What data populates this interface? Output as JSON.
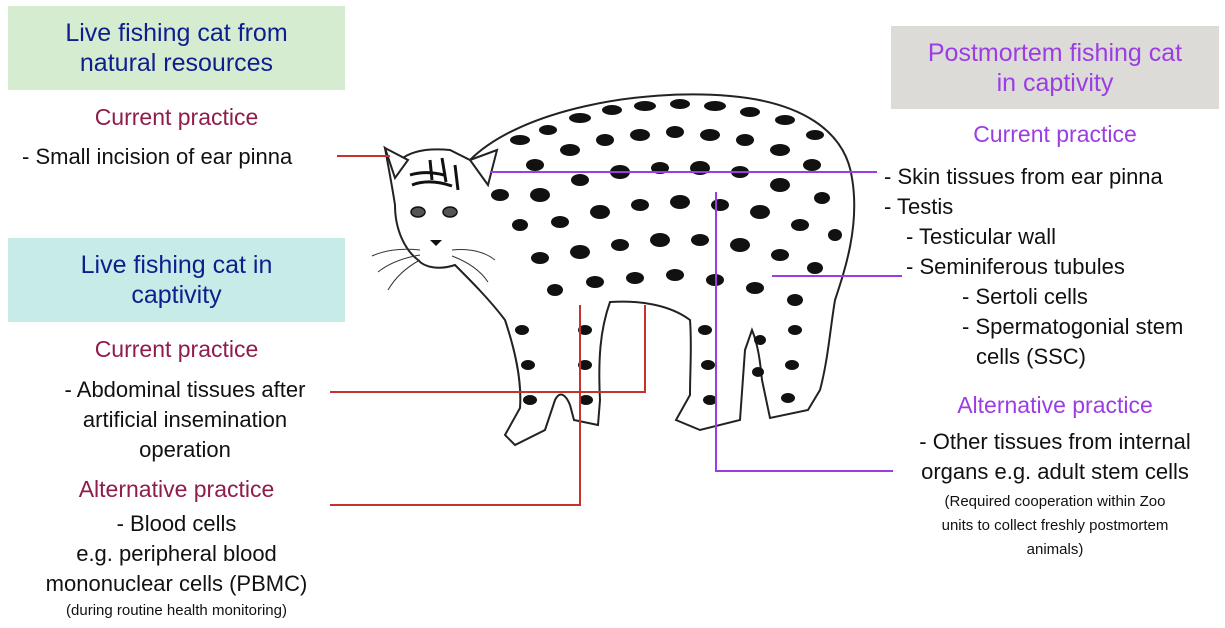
{
  "left": {
    "natural": {
      "title_line1": "Live fishing cat from",
      "title_line2": "natural resources",
      "current_label": "Current practice",
      "current_item": "- Small incision of ear pinna"
    },
    "captivity": {
      "title_line1": "Live fishing cat in",
      "title_line2": "captivity",
      "current_label": "Current practice",
      "current_line1": "- Abdominal tissues after",
      "current_line2": "artificial insemination",
      "current_line3": "operation",
      "alternative_label": "Alternative practice",
      "alt_line1": "- Blood cells",
      "alt_line2": "e.g. peripheral blood",
      "alt_line3": "mononuclear cells (PBMC)",
      "alt_note": "(during routine health monitoring)"
    }
  },
  "right": {
    "postmortem": {
      "title_line1": "Postmortem fishing cat",
      "title_line2": "in captivity",
      "current_label": "Current practice",
      "items": [
        "- Skin tissues from ear pinna",
        "- Testis",
        "- Testicular wall",
        "- Seminiferous tubules",
        "- Sertoli cells",
        "- Spermatogonial stem",
        "cells (SSC)"
      ],
      "alternative_label": "Alternative practice",
      "alt_line1": "- Other tissues from internal",
      "alt_line2": "organs e.g. adult stem cells",
      "alt_note1": "(Required cooperation within Zoo",
      "alt_note2": "units to collect freshly postmortem",
      "alt_note3": "animals)"
    }
  },
  "colors": {
    "left_connector": "#c8312c",
    "right_connector": "#9b3de3",
    "box_green": "#d6ecd1",
    "box_teal": "#c7ebe6",
    "box_grey": "#dcdbd8",
    "title_blue": "#0d1f8e",
    "heading_red": "#8e1c4c",
    "heading_purple": "#9b3de3"
  }
}
